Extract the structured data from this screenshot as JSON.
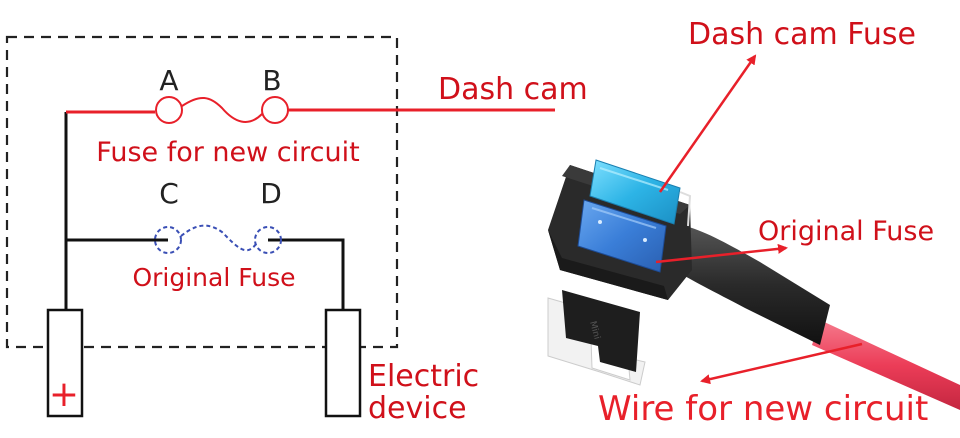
{
  "colors": {
    "label_red": "#d0101a",
    "wire_red": "#e8202a",
    "dashed_blue": "#3a4fb5",
    "line_black": "#111111",
    "cable_pink": "#ee4560",
    "fuse_cyan": "#3cc0e8",
    "fuse_blue": "#3a7ed8",
    "holder_black": "#222222"
  },
  "schematic": {
    "terminal_a": "A",
    "terminal_b": "B",
    "terminal_c": "C",
    "terminal_d": "D",
    "new_fuse_label": "Fuse for new circuit",
    "original_fuse_label": "Original Fuse",
    "output_label": "Dash cam",
    "battery_symbol": "+",
    "device_label_line1": "Electric",
    "device_label_line2": "device"
  },
  "photo": {
    "dash_cam_fuse_label": "Dash cam Fuse",
    "original_fuse_label": "Original Fuse",
    "wire_label": "Wire for new circuit"
  }
}
